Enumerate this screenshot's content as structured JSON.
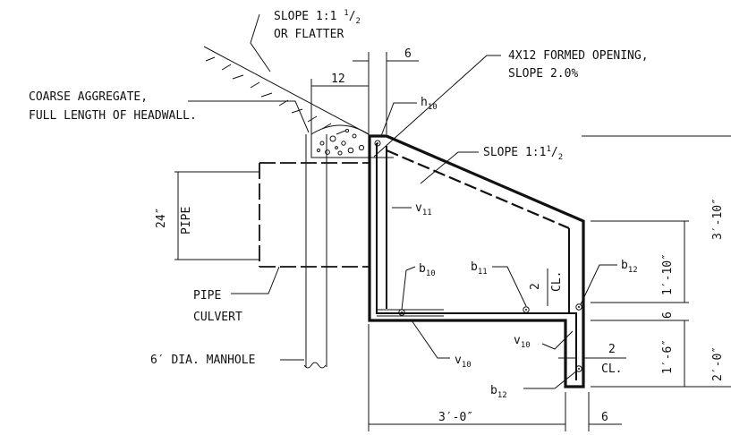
{
  "labels": {
    "slope_top_a": "SLOPE 1:1 ",
    "slope_top_frac_num": "1",
    "slope_top_frac_den": "2",
    "slope_top_b": "OR FLATTER",
    "dim_6_top": "6",
    "dim_12": "12",
    "formed_opening_a": "4X12 FORMED OPENING,",
    "formed_opening_b": "SLOPE 2.0%",
    "coarse_a": "COARSE AGGREGATE,",
    "coarse_b": "FULL LENGTH OF HEADWALL.",
    "h_base": "h",
    "h_sub": "10",
    "slope_wall_a": "SLOPE 1:1",
    "slope_wall_num": "1",
    "slope_wall_den": "2",
    "pipe_size": "24″",
    "pipe_word": "PIPE",
    "v11_base": "v",
    "v11_sub": "11",
    "dim_3_10": "3′-10″",
    "dim_1_10": "1′-10″",
    "b10_base": "b",
    "b10_sub": "10",
    "b11_base": "b",
    "b11_sub": "11",
    "b12_top_base": "b",
    "b12_top_sub": "12",
    "dim_2_top": "2",
    "cl_top": "CL.",
    "pipe_culvert_a": "PIPE",
    "pipe_culvert_b": "CULVERT",
    "dim_6_mid": "6",
    "dim_2_0": "2′-0″",
    "dim_1_6": "1′-6″",
    "v10_right_base": "v",
    "v10_right_sub": "10",
    "dim_2_bot": "2",
    "cl_bot": "CL.",
    "manhole": "6′ DIA. MANHOLE",
    "v10_low_base": "v",
    "v10_low_sub": "10",
    "b12_low_base": "b",
    "b12_low_sub": "12",
    "dim_3_0": "3′-0″",
    "dim_6_bot": "6"
  }
}
